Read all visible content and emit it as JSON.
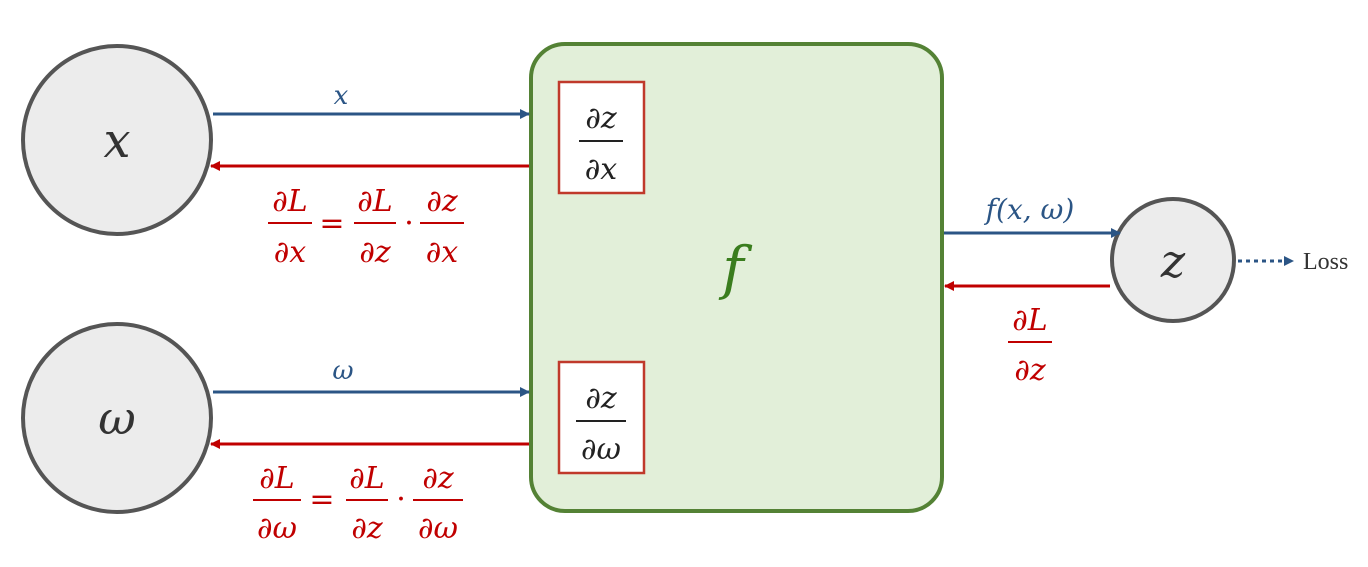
{
  "nodes": {
    "x": {
      "label": "x"
    },
    "omega": {
      "label": "ω"
    },
    "z": {
      "label": "z"
    },
    "f": {
      "label": "f"
    }
  },
  "local_grads": {
    "dz_dx": {
      "num": "∂z",
      "den": "∂x"
    },
    "dz_domega": {
      "num": "∂z",
      "den": "∂ω"
    }
  },
  "forward": {
    "x_label": "x",
    "omega_label": "ω",
    "f_label": "f(x, ω)"
  },
  "backward": {
    "dL_dz": {
      "num": "∂L",
      "den": "∂z"
    },
    "dL_dx": {
      "lhs_num": "∂L",
      "lhs_den": "∂x",
      "eq": "=",
      "a_num": "∂L",
      "a_den": "∂z",
      "dot": "·",
      "b_num": "∂z",
      "b_den": "∂x"
    },
    "dL_domega": {
      "lhs_num": "∂L",
      "lhs_den": "∂ω",
      "eq": "=",
      "a_num": "∂L",
      "a_den": "∂z",
      "dot": "·",
      "b_num": "∂z",
      "b_den": "∂ω"
    }
  },
  "loss_label": "Loss",
  "colors": {
    "forward": "#2b5585",
    "backward": "#c00000",
    "box_fill": "#e2efd9",
    "box_stroke": "#548235",
    "f_text": "#3a7d1e",
    "node_fill": "#ececec",
    "node_stroke": "#555555",
    "grad_box_stroke": "#c0392b",
    "text_dark": "#222222"
  }
}
